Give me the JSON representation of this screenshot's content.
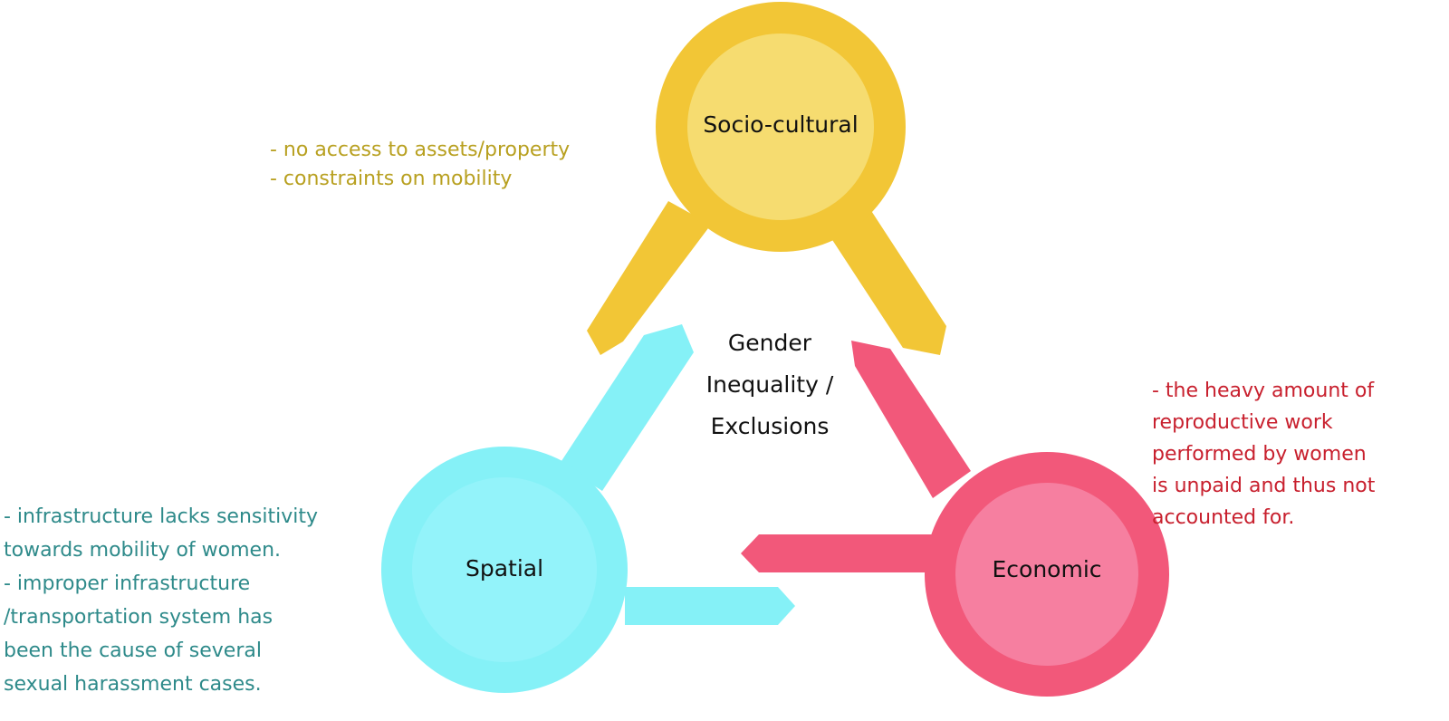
{
  "center": {
    "lines": [
      "Gender",
      "Inequality /",
      "Exclusions"
    ]
  },
  "nodes": {
    "socio": {
      "label": "Socio-cultural",
      "color_outer": "#f2c636",
      "color_inner": "#f6dc70"
    },
    "spatial": {
      "label": "Spatial",
      "color_outer": "#85f1f7",
      "color_inner": "#93f3fa"
    },
    "economic": {
      "label": "Economic",
      "color_outer": "#f2587a",
      "color_inner": "#f67fa0"
    }
  },
  "notes": {
    "socio": {
      "color": "#b8a020",
      "lines": [
        "- no access to assets/property",
        "- constraints on mobility"
      ]
    },
    "spatial": {
      "color": "#2e8a8a",
      "lines": [
        "- infrastructure lacks sensitivity",
        "towards mobility of women.",
        "- improper infrastructure",
        "/transportation system has",
        "been the cause of several",
        "sexual harassment cases."
      ]
    },
    "economic": {
      "color": "#c8202e",
      "lines": [
        "- the heavy amount of",
        "reproductive work",
        "performed by women",
        "is unpaid and thus not",
        "accounted for."
      ]
    }
  }
}
